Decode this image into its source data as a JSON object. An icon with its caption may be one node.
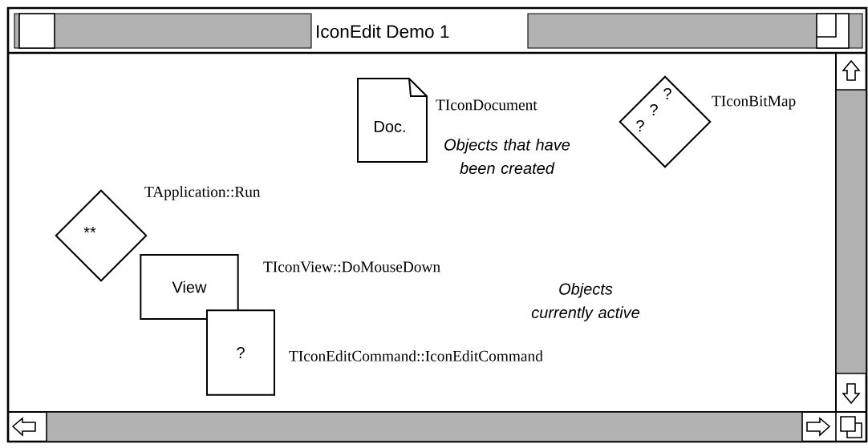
{
  "diagram": {
    "title": "IconEdit Demo 1",
    "nodes": [
      {
        "text": [
          "Doc."
        ],
        "beside": [
          "TIconDocument"
        ]
      },
      {
        "text": [
          "?",
          "?",
          "?"
        ],
        "beside": [
          "TIconBitMap"
        ]
      },
      {
        "text": [
          "**"
        ],
        "beside": [
          "TApplication::Run"
        ]
      },
      {
        "text": [
          "View"
        ],
        "beside": [
          "TIconView::DoMouseDown"
        ]
      },
      {
        "text": [
          "?"
        ],
        "beside": [
          "TIconEditCommand::IconEditCommand"
        ]
      }
    ],
    "labels": [
      "Objects that have been created",
      "Objects currently active"
    ]
  }
}
